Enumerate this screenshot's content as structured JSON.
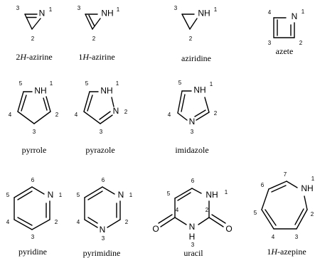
{
  "molecules": [
    {
      "id": "2h-azirine",
      "name_prefix": "2",
      "name_italic": "H",
      "name_suffix": "-azirine",
      "atoms": [
        "N"
      ],
      "numbers": [
        "3",
        "1",
        "2"
      ]
    },
    {
      "id": "1h-azirine",
      "name_prefix": "1",
      "name_italic": "H",
      "name_suffix": "-azirine",
      "atoms": [
        "NH"
      ],
      "numbers": [
        "3",
        "1",
        "2"
      ]
    },
    {
      "id": "aziridine",
      "name": "aziridine",
      "atoms": [
        "NH"
      ],
      "numbers": [
        "3",
        "1",
        "2"
      ]
    },
    {
      "id": "azete",
      "name": "azete",
      "atoms": [
        "N"
      ],
      "numbers": [
        "4",
        "1",
        "3",
        "2"
      ]
    },
    {
      "id": "pyrrole",
      "name": "pyrrole",
      "atoms": [
        "NH"
      ],
      "numbers": [
        "5",
        "1",
        "4",
        "2",
        "3"
      ]
    },
    {
      "id": "pyrazole",
      "name": "pyrazole",
      "atoms": [
        "NH",
        "N"
      ],
      "numbers": [
        "5",
        "1",
        "4",
        "2",
        "3"
      ]
    },
    {
      "id": "imidazole",
      "name": "imidazole",
      "atoms": [
        "NH",
        "N"
      ],
      "numbers": [
        "5",
        "1",
        "4",
        "2",
        "3"
      ]
    },
    {
      "id": "pyridine",
      "name": "pyridine",
      "atoms": [
        "N"
      ],
      "numbers": [
        "6",
        "5",
        "1",
        "4",
        "2",
        "3"
      ]
    },
    {
      "id": "pyrimidine",
      "name": "pyrimidine",
      "atoms": [
        "N",
        "N"
      ],
      "numbers": [
        "6",
        "5",
        "1",
        "4",
        "2",
        "3"
      ]
    },
    {
      "id": "uracil",
      "name": "uracil",
      "atoms": [
        "NH",
        "N",
        "H",
        "O",
        "O"
      ],
      "numbers": [
        "6",
        "5",
        "1",
        "4",
        "2",
        "3"
      ]
    },
    {
      "id": "1h-azepine",
      "name_prefix": "1",
      "name_italic": "H",
      "name_suffix": "-azepine",
      "atoms": [
        "NH"
      ],
      "numbers": [
        "7",
        "6",
        "1",
        "5",
        "2",
        "4",
        "3"
      ]
    }
  ]
}
